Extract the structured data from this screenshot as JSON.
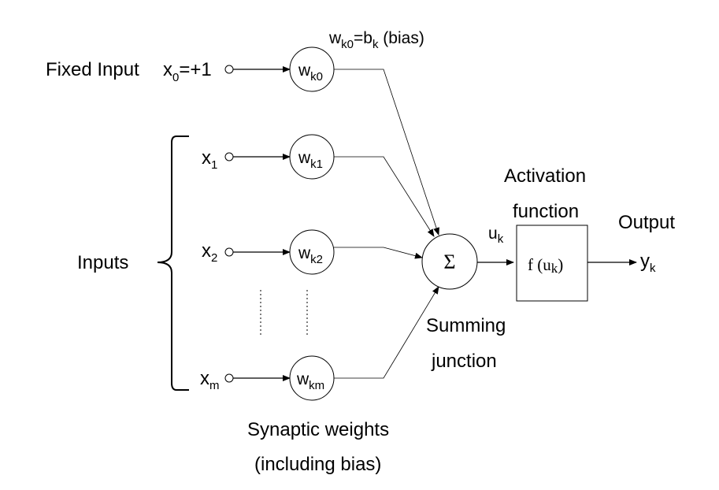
{
  "bias_label": {
    "w": "w",
    "sub": "k0",
    "mid": "=b",
    "bsub": "k",
    "rest": " (bias)"
  },
  "fixed_input": {
    "text": "Fixed Input",
    "x": "x",
    "sub": "0",
    "rest": "=+1"
  },
  "inputs_label": "Inputs",
  "inputs": [
    {
      "name": "x",
      "sub": "1"
    },
    {
      "name": "x",
      "sub": "2"
    },
    {
      "name": "x",
      "sub": "m"
    }
  ],
  "weights": [
    {
      "name": "w",
      "sub": "k0"
    },
    {
      "name": "w",
      "sub": "k1"
    },
    {
      "name": "w",
      "sub": "k2"
    },
    {
      "name": "w",
      "sub": "km"
    }
  ],
  "sum_symbol": "Σ",
  "summing_junction": [
    "Summing",
    "junction"
  ],
  "u_signal": {
    "name": "u",
    "sub": "k"
  },
  "activation": {
    "title": [
      "Activation",
      "function"
    ],
    "func": "f (u",
    "func_sub": "k",
    "func_close": ")"
  },
  "output": {
    "title": "Output",
    "name": "y",
    "sub": "k"
  },
  "synaptic": [
    "Synaptic weights",
    "(including bias)"
  ]
}
